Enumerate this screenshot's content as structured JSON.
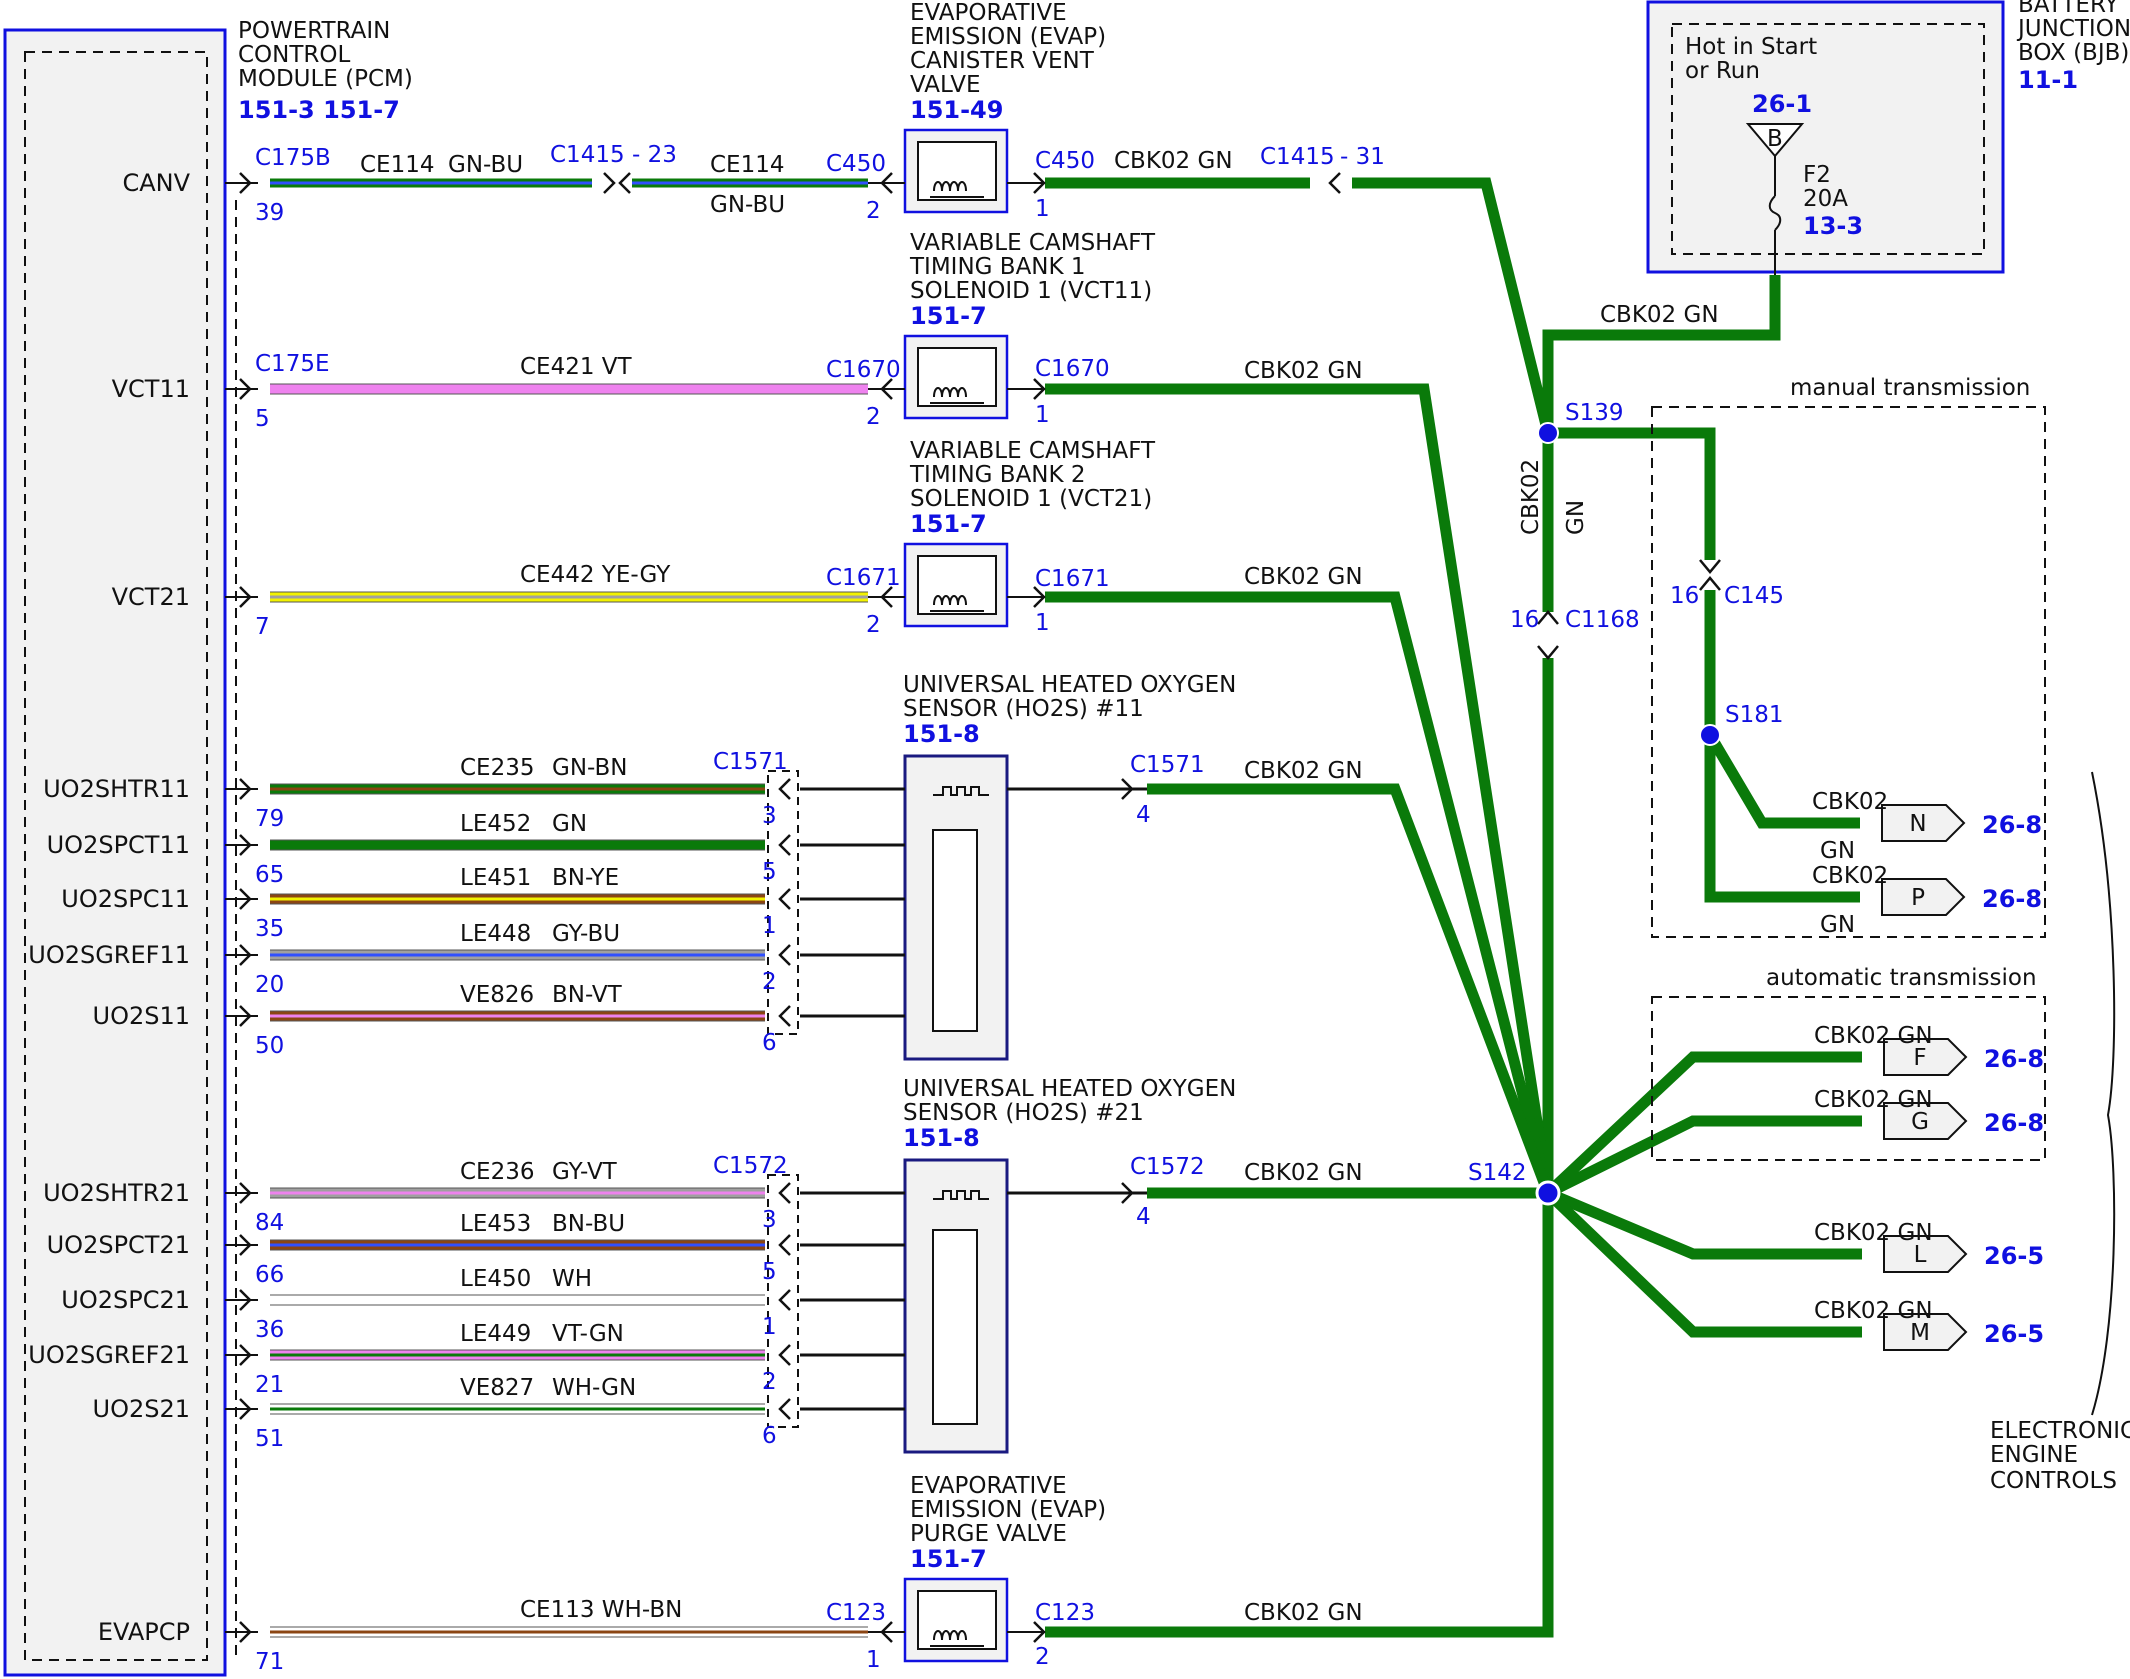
{
  "pcm": {
    "title": [
      "POWERTRAIN",
      "CONTROL",
      "MODULE (PCM)"
    ],
    "ref": "151-3 151-7",
    "pins": [
      {
        "signal": "CANV",
        "conn": "C175B",
        "pin": "39"
      },
      {
        "signal": "VCT11",
        "conn": "C175E",
        "pin": "5"
      },
      {
        "signal": "VCT21",
        "conn": "",
        "pin": "7"
      },
      {
        "signal": "UO2SHTR11",
        "conn": "",
        "pin": "79"
      },
      {
        "signal": "UO2SPCT11",
        "conn": "",
        "pin": "65"
      },
      {
        "signal": "UO2SPC11",
        "conn": "",
        "pin": "35"
      },
      {
        "signal": "UO2SGREF11",
        "conn": "",
        "pin": "20"
      },
      {
        "signal": "UO2S11",
        "conn": "",
        "pin": "50"
      },
      {
        "signal": "UO2SHTR21",
        "conn": "",
        "pin": "84"
      },
      {
        "signal": "UO2SPCT21",
        "conn": "",
        "pin": "66"
      },
      {
        "signal": "UO2SPC21",
        "conn": "",
        "pin": "36"
      },
      {
        "signal": "UO2SGREF21",
        "conn": "",
        "pin": "21"
      },
      {
        "signal": "UO2S21",
        "conn": "",
        "pin": "51"
      },
      {
        "signal": "EVAPCP",
        "conn": "",
        "pin": "71"
      }
    ]
  },
  "canv_wire": {
    "circuit_a": "CE114",
    "color_a": "GN-BU",
    "inline_conn": "C1415",
    "inline_pin": "- 23",
    "circuit_b": "CE114",
    "color_b": "GN-BU"
  },
  "components": [
    {
      "name": [
        "EVAPORATIVE",
        "EMISSION (EVAP)",
        "CANISTER VENT",
        "VALVE"
      ],
      "ref": "151-49",
      "in_conn": "C450",
      "in_pin": "2",
      "out_conn": "C450",
      "out_pin": "1",
      "out_circuit": "CBK02  GN",
      "out_inline_conn": "C1415",
      "out_inline_pin": "- 31"
    },
    {
      "name": [
        "VARIABLE CAMSHAFT",
        "TIMING BANK 1",
        "SOLENOID 1 (VCT11)"
      ],
      "ref": "151-7",
      "in_conn": "C1670",
      "in_pin": "2",
      "out_conn": "C1670",
      "out_pin": "1",
      "wire": "CE421  VT",
      "out_circuit": "CBK02  GN"
    },
    {
      "name": [
        "VARIABLE CAMSHAFT",
        "TIMING BANK 2",
        "SOLENOID 1 (VCT21)"
      ],
      "ref": "151-7",
      "in_conn": "C1671",
      "in_pin": "2",
      "out_conn": "C1671",
      "out_pin": "1",
      "wire": "CE442  YE-GY",
      "out_circuit": "CBK02  GN"
    },
    {
      "name": [
        "EVAPORATIVE",
        "EMISSION (EVAP)",
        "PURGE VALVE"
      ],
      "ref": "151-7",
      "in_conn": "C123",
      "in_pin": "1",
      "out_conn": "C123",
      "out_pin": "2",
      "wire": "CE113  WH-BN",
      "out_circuit": "CBK02  GN"
    }
  ],
  "sensors": [
    {
      "name": [
        "UNIVERSAL HEATED OXYGEN",
        "SENSOR (HO2S) #11"
      ],
      "ref": "151-8",
      "conn": "C1571",
      "out_conn": "C1571",
      "out_pin": "4",
      "out_circuit": "CBK02  GN",
      "wires": [
        {
          "circuit": "CE235",
          "color": "GN-BN",
          "pin": "3"
        },
        {
          "circuit": "LE452",
          "color": "GN",
          "pin": "5"
        },
        {
          "circuit": "LE451",
          "color": "BN-YE",
          "pin": "1"
        },
        {
          "circuit": "LE448",
          "color": "GY-BU",
          "pin": "2"
        },
        {
          "circuit": "VE826",
          "color": "BN-VT",
          "pin": "6"
        }
      ]
    },
    {
      "name": [
        "UNIVERSAL HEATED OXYGEN",
        "SENSOR (HO2S) #21"
      ],
      "ref": "151-8",
      "conn": "C1572",
      "out_conn": "C1572",
      "out_pin": "4",
      "out_circuit": "CBK02  GN",
      "wires": [
        {
          "circuit": "CE236",
          "color": "GY-VT",
          "pin": "3"
        },
        {
          "circuit": "LE453",
          "color": "BN-BU",
          "pin": "5"
        },
        {
          "circuit": "LE450",
          "color": "WH",
          "pin": "1"
        },
        {
          "circuit": "LE449",
          "color": "VT-GN",
          "pin": "2"
        },
        {
          "circuit": "VE827",
          "color": "WH-GN",
          "pin": "6"
        }
      ]
    }
  ],
  "bjb": {
    "title": [
      "BATTERY",
      "JUNCTION",
      "BOX (BJB)"
    ],
    "ref": "11-1",
    "hot": [
      "Hot in Start",
      "or Run"
    ],
    "hot_ref": "26-1",
    "bus": "B",
    "fuse": "F2",
    "rating": "20A",
    "fuse_ref": "13-3",
    "feed_circuit": "CBK02  GN"
  },
  "splices": {
    "s139": "S139",
    "s142": "S142",
    "s181": "S181",
    "c1168": "C1168",
    "c1168_pin": "16",
    "c145": "C145",
    "c145_pin": "16",
    "riser_circuit": "CBK02",
    "riser_color": "GN"
  },
  "manual": {
    "label": "manual transmission",
    "outputs": [
      {
        "circuit": "CBK02",
        "color": "GN",
        "tag": "N",
        "ref": "26-8"
      },
      {
        "circuit": "CBK02",
        "color": "GN",
        "tag": "P",
        "ref": "26-8"
      }
    ]
  },
  "automatic": {
    "label": "automatic transmission",
    "outputs": [
      {
        "circuit": "CBK02   GN",
        "tag": "F",
        "ref": "26-8"
      },
      {
        "circuit": "CBK02   GN",
        "tag": "G",
        "ref": "26-8"
      }
    ]
  },
  "common_outputs": [
    {
      "circuit": "CBK02   GN",
      "tag": "L",
      "ref": "26-5"
    },
    {
      "circuit": "CBK02   GN",
      "tag": "M",
      "ref": "26-5"
    }
  ],
  "group_label": [
    "ELECTRONIC",
    "ENGINE",
    "CONTROLS"
  ],
  "colors": {
    "blue": "#1010e0",
    "green": "#0a7a0a",
    "wire_black": "#111111",
    "VT": "#ee82ee",
    "YE": "#f2f200",
    "GY": "#a0a0a0",
    "BN": "#8b4513",
    "BU": "#3050ff",
    "GN": "#0a7a0a",
    "RD": "#e01010",
    "WH": "#ffffff",
    "OG": "#ff8c00"
  }
}
